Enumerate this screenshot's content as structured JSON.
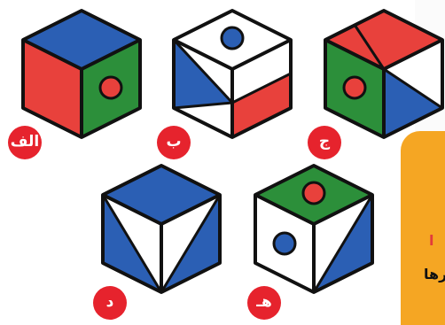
{
  "labels": {
    "a": "الف",
    "b": "ب",
    "c": "ج",
    "d": "د",
    "e": "هـ"
  },
  "side_panel": {
    "red_fragment": "ا",
    "black_fragment": "رها"
  },
  "colors": {
    "blue": "#2b5fb4",
    "red": "#e8413c",
    "green": "#2c8f3a",
    "white": "#ffffff",
    "label_red": "#e6232d",
    "outline": "#111111",
    "panel_orange": "#f5a623"
  }
}
